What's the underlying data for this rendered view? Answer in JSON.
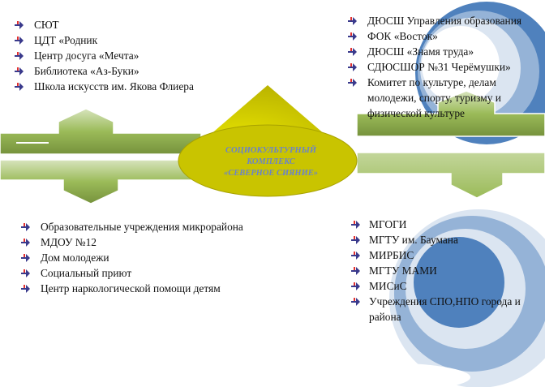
{
  "center": {
    "line1": "СОЦИОКУЛЬТУРНЫЙ",
    "line2": "КОМПЛЕКС",
    "line3": "«СЕВЕРНОЕ СИЯНИЕ»"
  },
  "top_left": [
    "СЮТ",
    "ЦДТ «Родник",
    "Центр досуга «Мечта»",
    "Библиотека «Аз-Буки»",
    "Школа искусств им. Якова Флиера"
  ],
  "top_right": [
    "ДЮСШ Управления образования",
    "ФОК «Восток»",
    "ДЮСШ «Знамя труда»",
    "СДЮСШОР №31 Черёмушки»",
    "Комитет по культуре, делам молодежи, спорту, туризму и физической культуре"
  ],
  "bottom_left": [
    " Образовательные учреждения микрорайона",
    "МДОУ  №12",
    "Дом молодежи",
    "Социальный приют",
    "Центр наркологической помощи детям"
  ],
  "bottom_right": [
    "МГОГИ",
    "МГТУ им. Баумана",
    "МИРБИС",
    "МГТУ МАМИ",
    "МИСиС",
    "Учреждения СПО,НПО города и района"
  ],
  "colors": {
    "arrow": "#9bbb59",
    "arrow_light": "#c3d69b",
    "cone": "#c9c400",
    "circle_dark": "#4f81bd",
    "circle_mid": "#95b3d7",
    "circle_light": "#dbe5f1",
    "bullet": "#3a3a8c",
    "bullet_accent": "#e03030"
  }
}
